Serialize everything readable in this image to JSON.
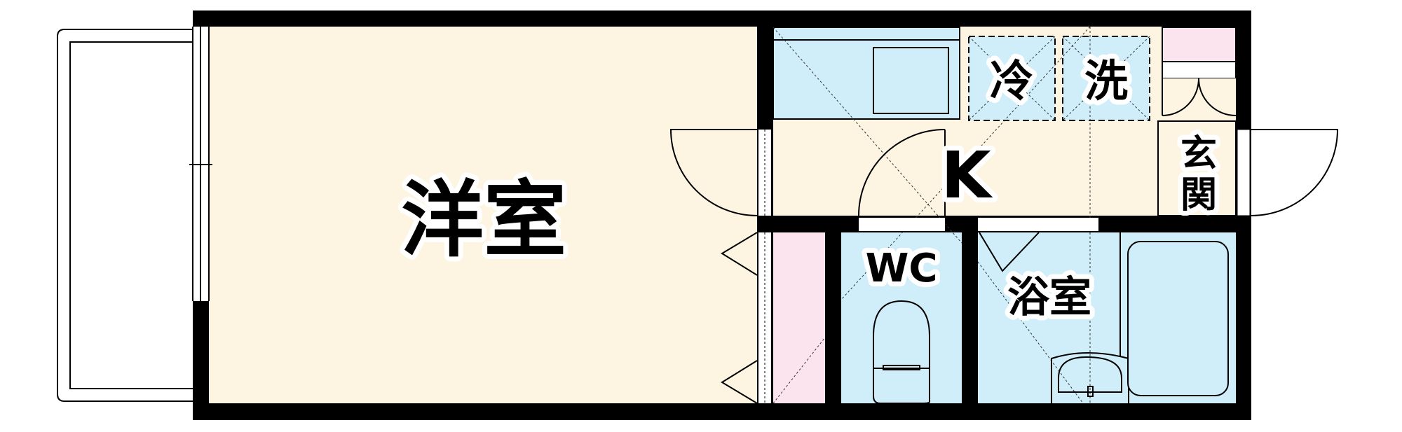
{
  "colors": {
    "wall": "#000000",
    "room_floor": "#fdf5e2",
    "wet_area": "#d0eefa",
    "storage": "#fce4ef",
    "opening": "#ffffff"
  },
  "rooms": {
    "western_room": {
      "label": "洋室"
    },
    "kitchen": {
      "label": "K"
    },
    "toilet": {
      "label": "WC"
    },
    "bathroom": {
      "label": "浴室"
    },
    "entrance": {
      "label": "玄関",
      "chars": [
        "玄",
        "関"
      ]
    }
  },
  "appliances": {
    "fridge": {
      "label": "冷"
    },
    "washer": {
      "label": "洗"
    }
  }
}
